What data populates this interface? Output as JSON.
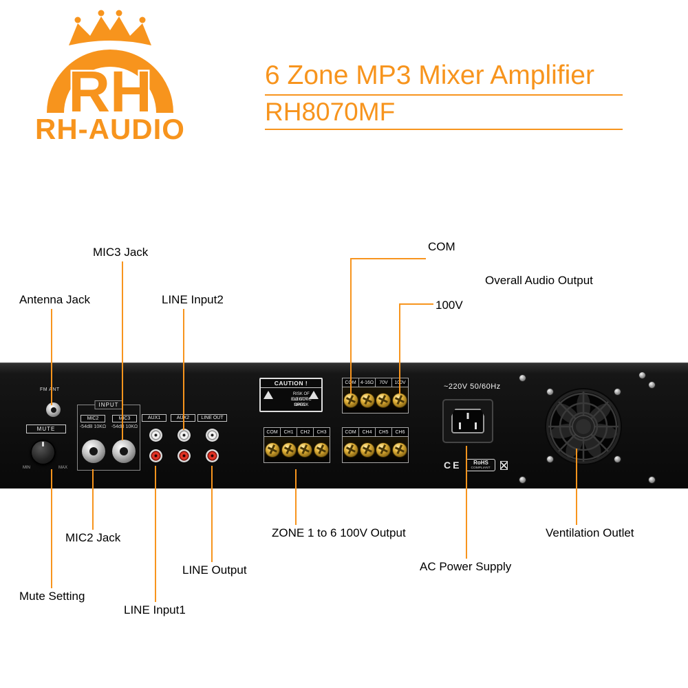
{
  "colors": {
    "accent": "#F7941D",
    "panel": "#0e0e0e"
  },
  "logo": {
    "monogram": "RH",
    "name": "RH-AUDIO"
  },
  "header": {
    "title": "6 Zone MP3 Mixer Amplifier",
    "model": "RH8070MF"
  },
  "callouts": {
    "mic3": "MIC3 Jack",
    "antenna": "Antenna Jack",
    "line_input2": "LINE Input2",
    "com": "COM",
    "overall_audio_output": "Overall Audio Output",
    "v100": "100V",
    "mic2": "MIC2 Jack",
    "mute": "Mute Setting",
    "line_input1": "LINE Input1",
    "line_output": "LINE Output",
    "zone_output": "ZONE 1 to 6 100V Output",
    "ac_power": "AC Power Supply",
    "ventilation": "Ventilation Outlet"
  },
  "panel": {
    "fm_ant": "FM ANT",
    "mute_label": "MUTE",
    "mute_min": "MIN",
    "mute_max": "MAX",
    "input_label": "INPUT",
    "mic2_label": "MIC2",
    "mic3_label": "MIC3",
    "mic2_spec": "-54dB 10KΩ",
    "mic3_spec": "-54dB 10KΩ",
    "aux1_label": "AUX1",
    "aux2_label": "AUX2",
    "line_out_label": "LINE OUT",
    "caution_title": "CAUTION !",
    "caution_line1": "RISK OF ELECTRIC SHOCK",
    "caution_line2": "DO NOT OPEN",
    "speaker_terminals": [
      "COM",
      "4-16Ω",
      "70V",
      "100V"
    ],
    "zone_terminals_1": [
      "COM",
      "CH1",
      "CH2",
      "CH3"
    ],
    "zone_terminals_2": [
      "COM",
      "CH4",
      "CH5",
      "CH6"
    ],
    "power_rating": "~220V 50/60Hz",
    "ce_mark": "CE",
    "rohs_mark": "RoHS",
    "rohs_sub": "COMPLIANT"
  }
}
